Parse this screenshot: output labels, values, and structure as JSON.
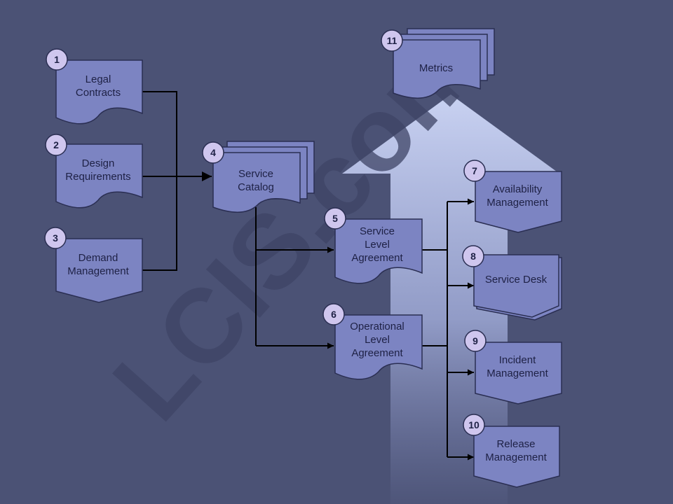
{
  "watermark": "LCIS.com",
  "colors": {
    "background": "#4b5275",
    "node_fill": "#7c84c2",
    "node_stroke": "#2a2e52",
    "badge_fill": "#cfc6ee",
    "connector": "#000000",
    "arrow_light": "#c9d2f2"
  },
  "nodes": {
    "n1": {
      "number": "1",
      "label_1": "Legal",
      "label_2": "Contracts"
    },
    "n2": {
      "number": "2",
      "label_1": "Design",
      "label_2": "Requirements"
    },
    "n3": {
      "number": "3",
      "label_1": "Demand",
      "label_2": "Management"
    },
    "n4": {
      "number": "4",
      "label_1": "Service",
      "label_2": "Catalog"
    },
    "n5": {
      "number": "5",
      "label_1": "Service",
      "label_2": "Level",
      "label_3": "Agreement"
    },
    "n6": {
      "number": "6",
      "label_1": "Operational",
      "label_2": "Level",
      "label_3": "Agreement"
    },
    "n7": {
      "number": "7",
      "label_1": "Availability",
      "label_2": "Management"
    },
    "n8": {
      "number": "8",
      "label_1": "Service Desk"
    },
    "n9": {
      "number": "9",
      "label_1": "Incident",
      "label_2": "Management"
    },
    "n10": {
      "number": "10",
      "label_1": "Release",
      "label_2": "Management"
    },
    "n11": {
      "number": "11",
      "label_1": "Metrics"
    }
  }
}
